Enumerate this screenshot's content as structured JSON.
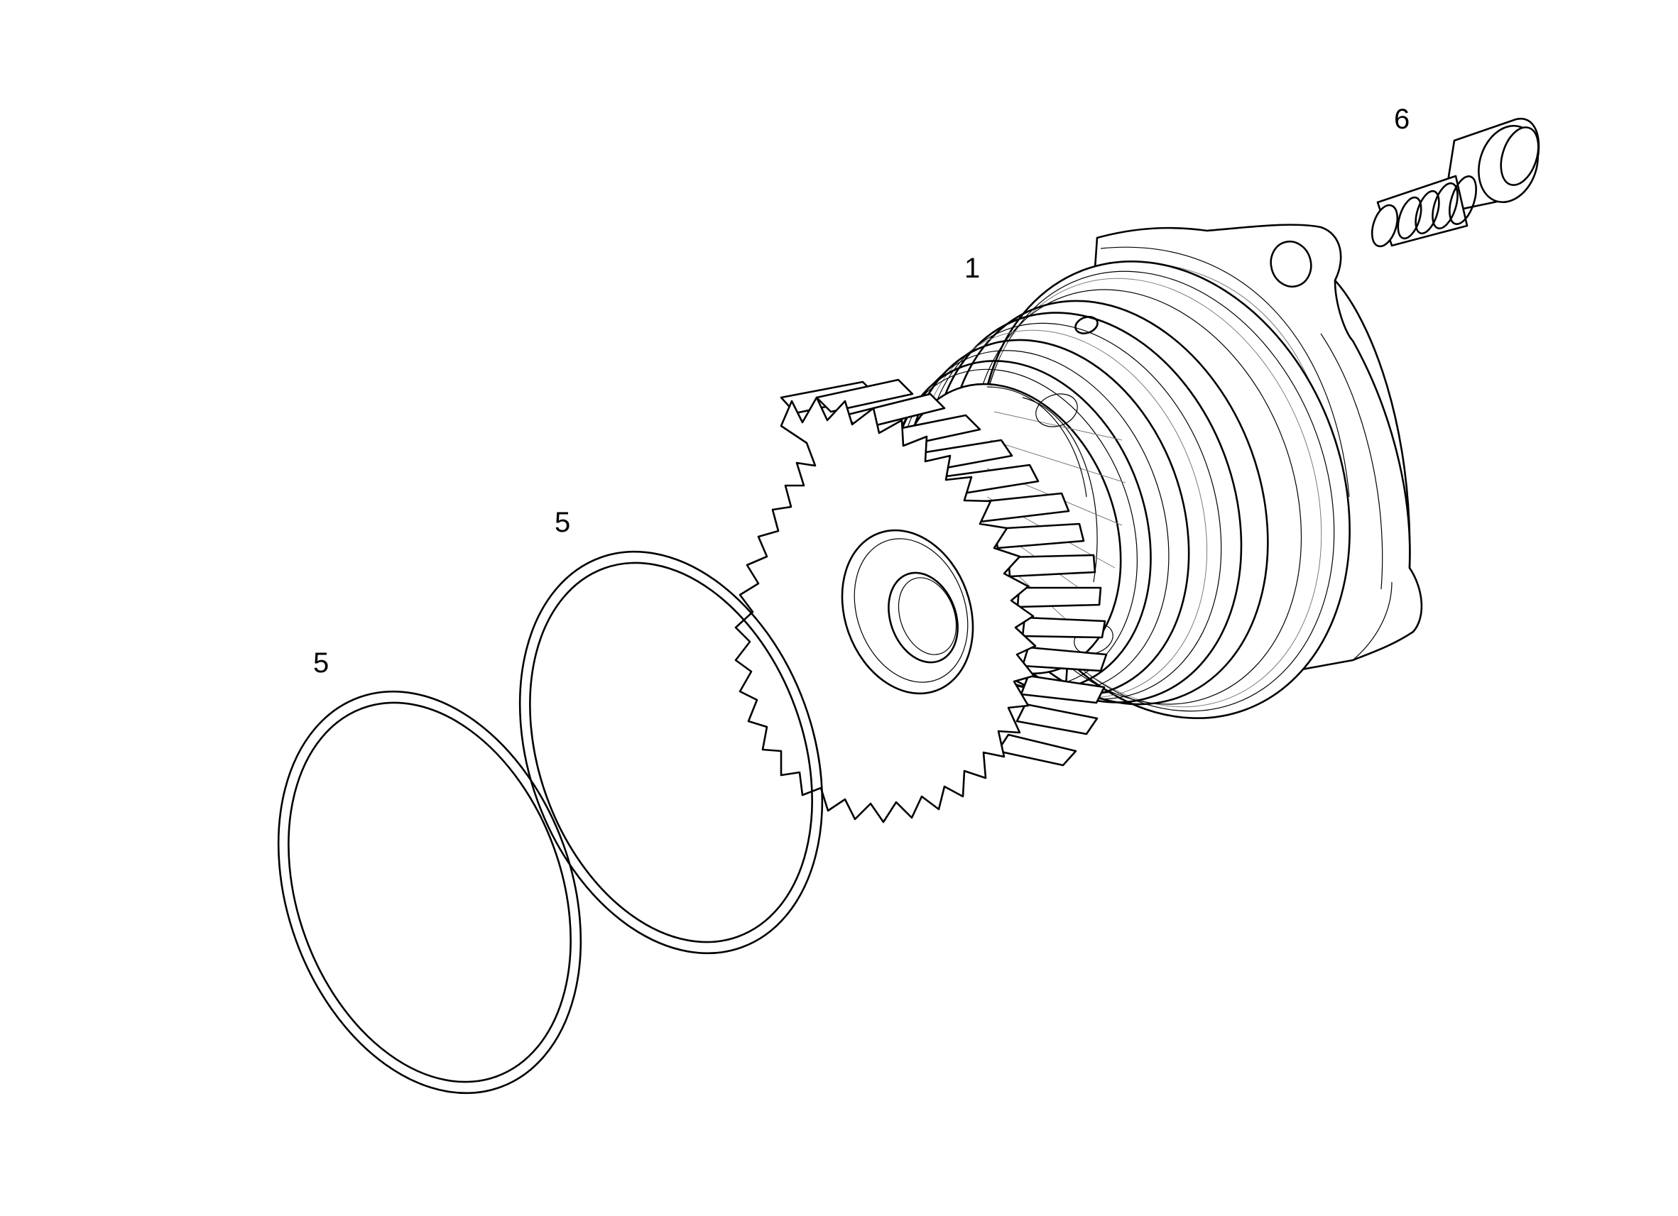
{
  "callouts": {
    "screw": "6",
    "pump": "1",
    "ring_upper": "5",
    "ring_lower": "5"
  },
  "colors": {
    "line": "#000000",
    "background": "#ffffff"
  }
}
